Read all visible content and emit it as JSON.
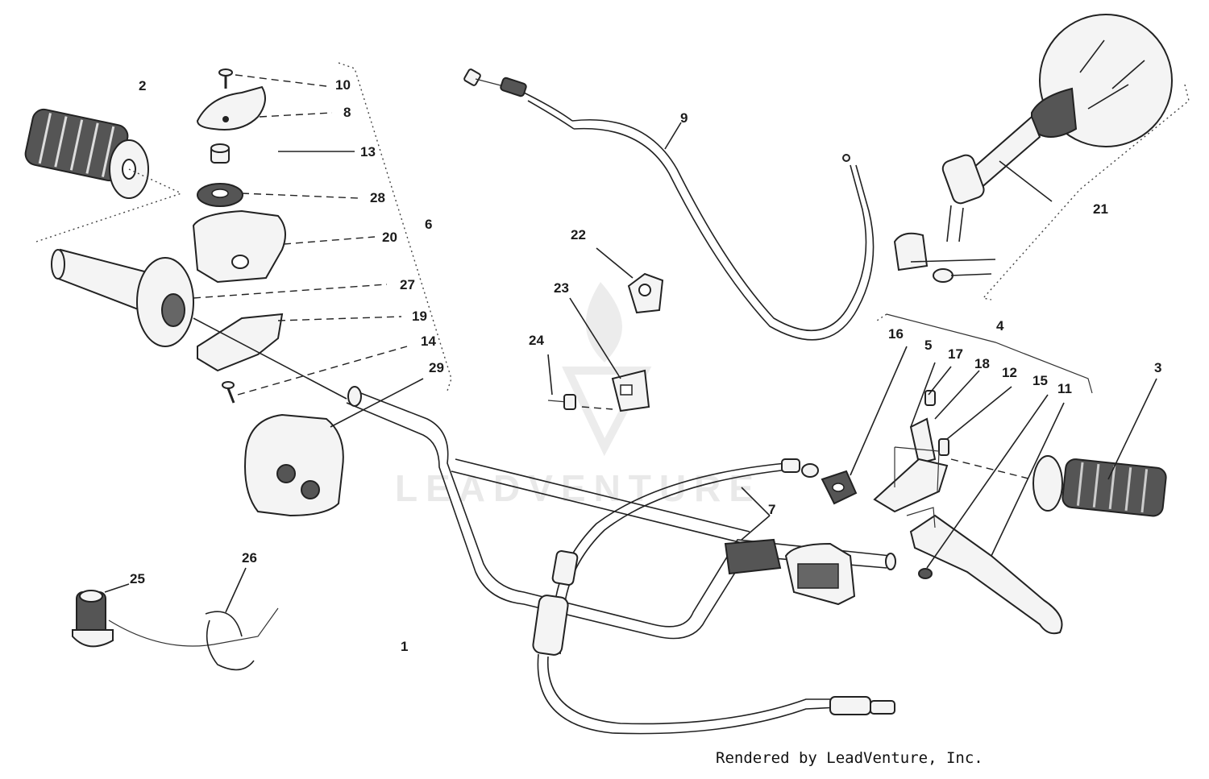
{
  "watermark": {
    "brand": "LEADVENTURE"
  },
  "credit": "Rendered by LeadVenture, Inc.",
  "callouts": [
    {
      "id": "c1",
      "text": "1"
    },
    {
      "id": "c2",
      "text": "2"
    },
    {
      "id": "c3",
      "text": "3"
    },
    {
      "id": "c4",
      "text": "4"
    },
    {
      "id": "c5",
      "text": "5"
    },
    {
      "id": "c6",
      "text": "6"
    },
    {
      "id": "c7",
      "text": "7"
    },
    {
      "id": "c8",
      "text": "8"
    },
    {
      "id": "c9",
      "text": "9"
    },
    {
      "id": "c10",
      "text": "10"
    },
    {
      "id": "c11",
      "text": "11"
    },
    {
      "id": "c12",
      "text": "12"
    },
    {
      "id": "c13",
      "text": "13"
    },
    {
      "id": "c14",
      "text": "14"
    },
    {
      "id": "c15",
      "text": "15"
    },
    {
      "id": "c16",
      "text": "16"
    },
    {
      "id": "c17",
      "text": "17"
    },
    {
      "id": "c18",
      "text": "18"
    },
    {
      "id": "c19",
      "text": "19"
    },
    {
      "id": "c20",
      "text": "20"
    },
    {
      "id": "c21",
      "text": "21"
    },
    {
      "id": "c22",
      "text": "22"
    },
    {
      "id": "c23",
      "text": "23"
    },
    {
      "id": "c24",
      "text": "24"
    },
    {
      "id": "c25",
      "text": "25"
    },
    {
      "id": "c26",
      "text": "26"
    },
    {
      "id": "c27",
      "text": "27"
    },
    {
      "id": "c28",
      "text": "28"
    },
    {
      "id": "c29",
      "text": "29"
    }
  ]
}
